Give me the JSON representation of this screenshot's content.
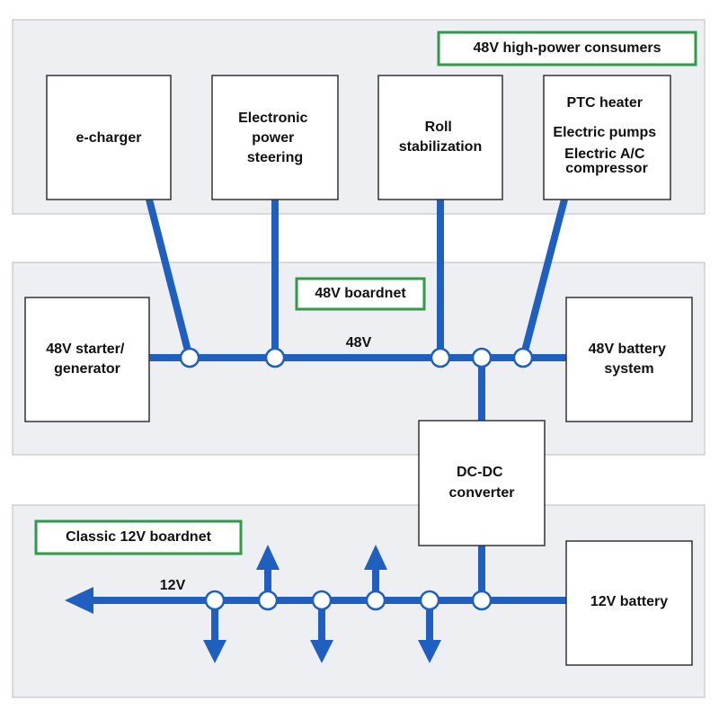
{
  "panels": {
    "consumers": {
      "label": "48V high-power consumers"
    },
    "boardnet48": {
      "label": "48V boardnet"
    },
    "boardnet12": {
      "label": "Classic 12V boardnet"
    }
  },
  "consumers": {
    "echarger": [
      "e-charger"
    ],
    "steering": [
      "Electronic",
      "power",
      "steering"
    ],
    "roll": [
      "Roll",
      "stabilization"
    ],
    "ptc": [
      "PTC heater",
      "Electric pumps",
      "Electric A/C",
      "compressor"
    ]
  },
  "boardnet48": {
    "starter": [
      "48V starter/",
      "generator"
    ],
    "battery": [
      "48V battery",
      "system"
    ],
    "bus_label": "48V"
  },
  "converter": [
    "DC-DC",
    "converter"
  ],
  "boardnet12": {
    "battery": [
      "12V battery"
    ],
    "bus_label": "12V"
  },
  "colors": {
    "wire": "#1f5fc0",
    "tag_border": "#2e9a4a",
    "panel": "#eeeff2"
  }
}
